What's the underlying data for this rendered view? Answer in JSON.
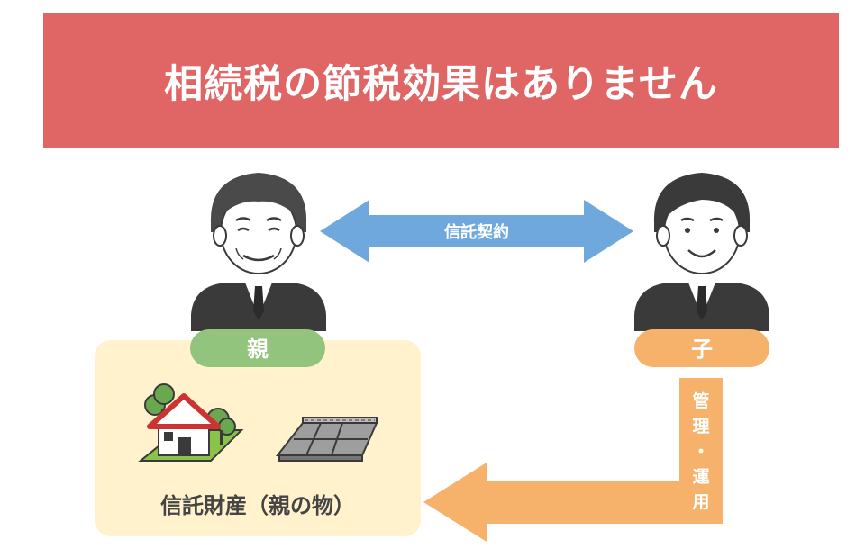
{
  "banner": {
    "title": "相続税の節税効果はありません"
  },
  "contract": {
    "label": "信託契約"
  },
  "parent": {
    "label": "親"
  },
  "child": {
    "label": "子"
  },
  "management": {
    "label": "管理・運用",
    "chars": [
      "管",
      "理",
      "・",
      "運",
      "用"
    ]
  },
  "trust_property": {
    "label": "信託財産（親の物）"
  },
  "colors": {
    "banner": "#e06666",
    "contract_arrow": "#6fa8dc",
    "parent_pill": "#93c47d",
    "child_pill": "#f6b26b",
    "management_arrow": "#f6b26b",
    "property_box": "#fff2cc"
  },
  "icons": {
    "parent_person": "elderly-man-in-suit-icon",
    "child_person": "young-man-in-suit-icon",
    "house": "house-with-trees-icon",
    "land": "land-plot-icon"
  }
}
